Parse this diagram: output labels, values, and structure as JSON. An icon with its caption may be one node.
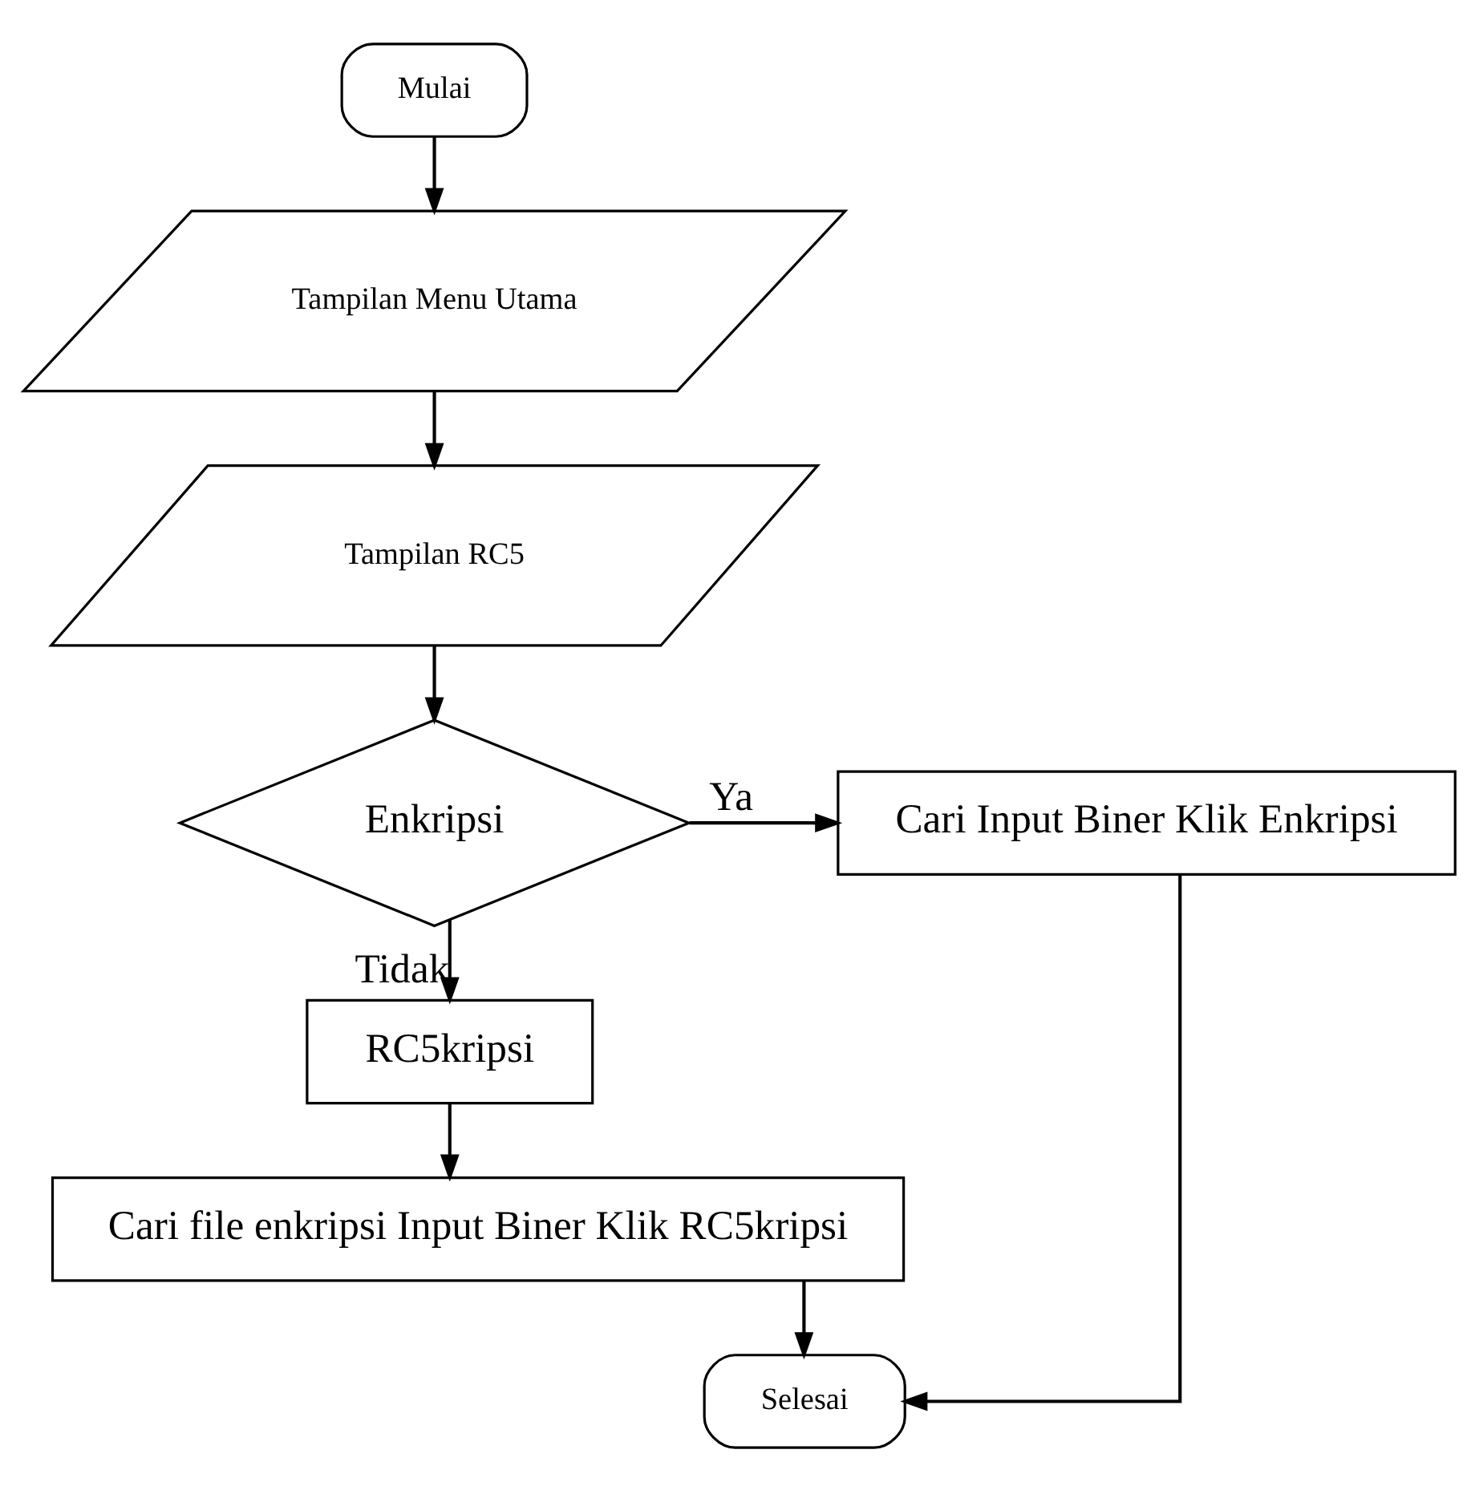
{
  "diagram": {
    "nodes": [
      {
        "text": [
          "Mulai"
        ]
      },
      {
        "text": [
          "Tampilan Menu Utama"
        ]
      },
      {
        "text": [
          "Tampilan RC5"
        ]
      },
      {
        "text": [
          "Enkripsi"
        ]
      },
      {
        "text": [
          "Cari Input Biner Klik Enkripsi"
        ]
      },
      {
        "text": [
          "RC5kripsi"
        ]
      },
      {
        "text": [
          "Cari file enkripsi Input Biner Klik RC5kripsi"
        ]
      },
      {
        "text": [
          "Selesai"
        ]
      }
    ],
    "edges": [
      {
        "from": 0,
        "to": 1,
        "arrow": "to"
      },
      {
        "from": 1,
        "to": 2,
        "arrow": "to"
      },
      {
        "from": 2,
        "to": 3,
        "arrow": "to"
      },
      {
        "from": 3,
        "to": 4,
        "arrow": "to",
        "label": "Ya"
      },
      {
        "from": 3,
        "to": 5,
        "arrow": "to",
        "label": "Tidak"
      },
      {
        "from": 5,
        "to": 6,
        "arrow": "to"
      },
      {
        "from": 6,
        "to": 7,
        "arrow": "to"
      },
      {
        "from": 4,
        "to": 7,
        "arrow": "to"
      }
    ]
  }
}
